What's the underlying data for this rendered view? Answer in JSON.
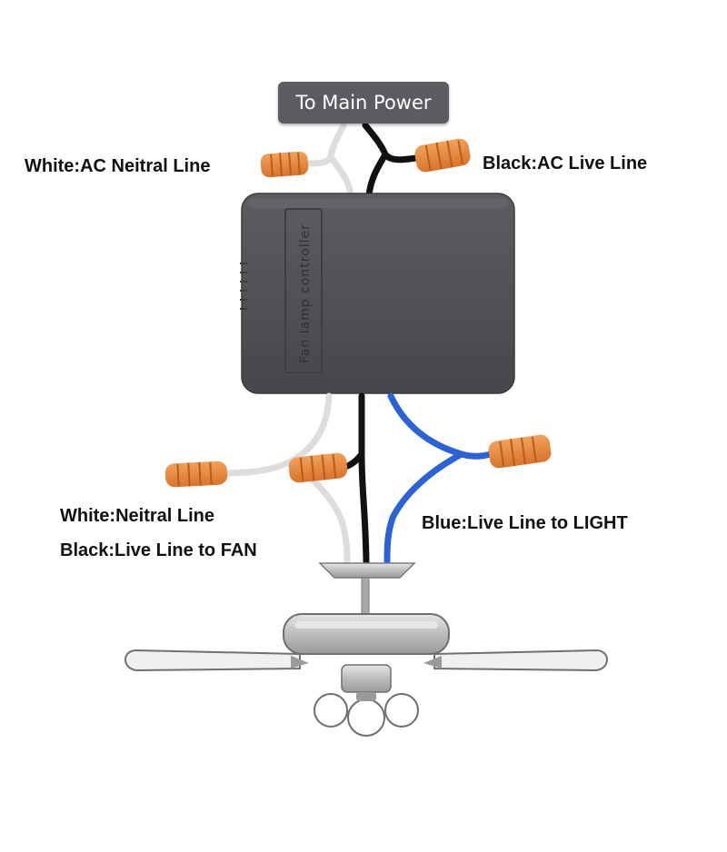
{
  "power_source": {
    "label": "To Main Power"
  },
  "controller": {
    "label": "Fan lamp controller"
  },
  "wire_labels": {
    "white_ac": "White:AC Neitral Line",
    "black_ac": "Black:AC Live Line",
    "white_neutral": "White:Neitral Line",
    "black_fan": "Black:Live Line to FAN",
    "blue_light": "Blue:Live Line to LIGHT"
  },
  "colors": {
    "white_wire": "#dddddd",
    "black_wire": "#111111",
    "blue_wire": "#2b62d8",
    "wire_nut": "#e88a3a",
    "controller_body": "#4d4f52",
    "fan_metal": "#cfcfcf"
  }
}
